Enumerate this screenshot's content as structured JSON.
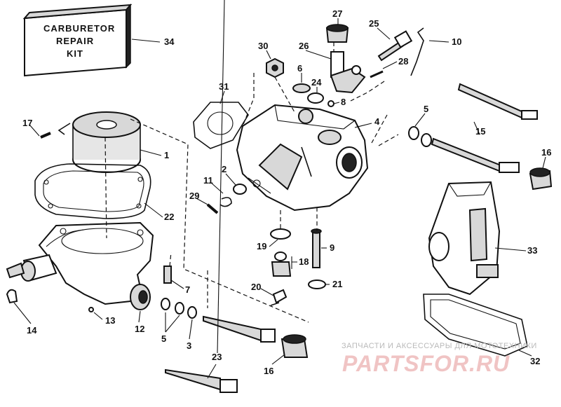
{
  "kit_box": {
    "lines": [
      "CARBURETOR",
      "REPAIR",
      "KIT"
    ]
  },
  "callouts": {
    "c34": "34",
    "c27": "27",
    "c25": "25",
    "c10": "10",
    "c30": "30",
    "c26": "26",
    "c28": "28",
    "c6": "6",
    "c24": "24",
    "c8": "8",
    "c31": "31",
    "c4": "4",
    "c5a": "5",
    "c15": "15",
    "c16a": "16",
    "c17": "17",
    "c1": "1",
    "c2": "2",
    "c11": "11",
    "c29": "29",
    "c22": "22",
    "c33": "33",
    "c9": "9",
    "c19": "19",
    "c18": "18",
    "c7": "7",
    "c21": "21",
    "c20": "20",
    "c14": "14",
    "c13": "13",
    "c12": "12",
    "c5b": "5",
    "c3": "3",
    "c23": "23",
    "c16b": "16",
    "c32": "32"
  },
  "watermark": {
    "subtitle": "ЗАПЧАСТИ И АКСЕССУАРЫ ДЛЯ МОТОТЕХНИКИ",
    "brand": "PARTSFOR.RU"
  }
}
